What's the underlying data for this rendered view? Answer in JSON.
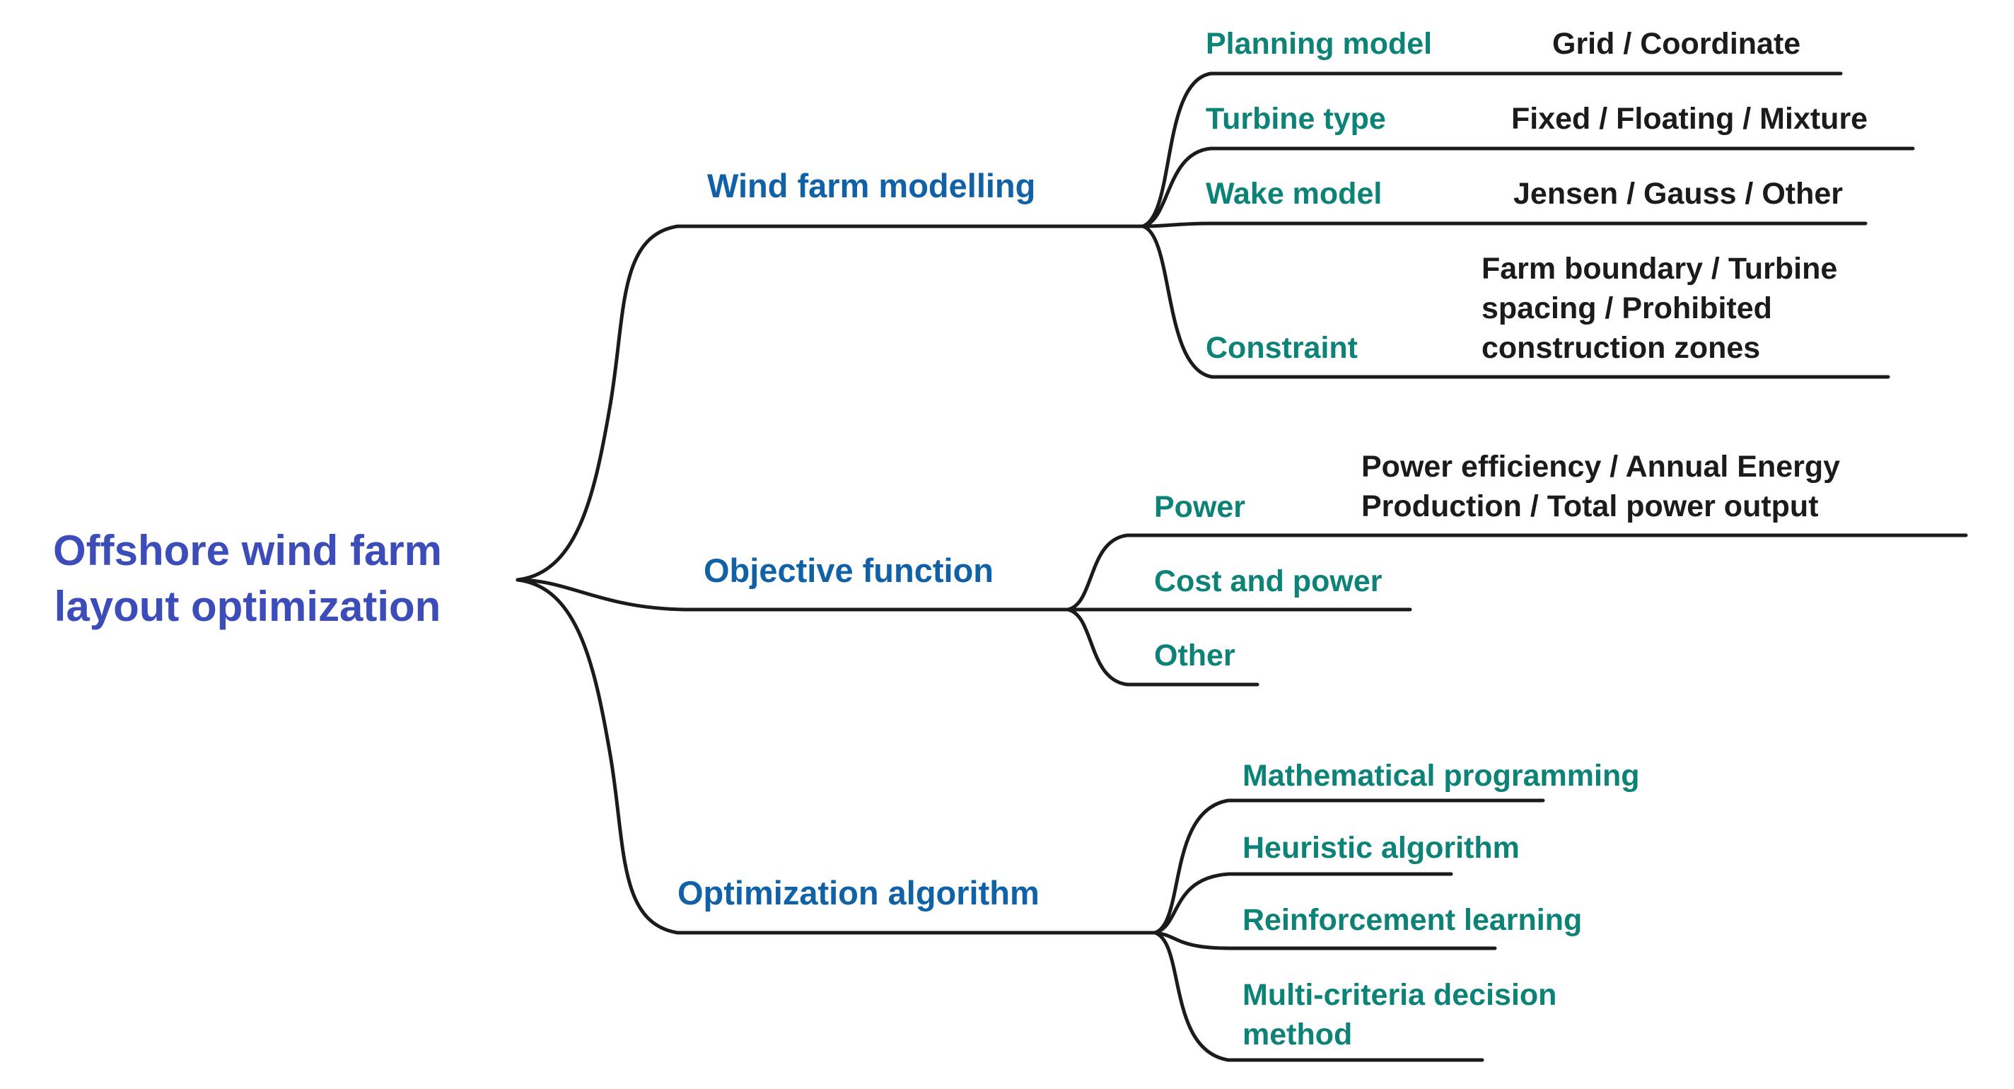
{
  "title": "Offshore wind farm layout optimization mind map",
  "colors": {
    "root": "#3c4cb8",
    "branch": "#1161a7",
    "leaf": "#0d8276",
    "value": "#1b1b1b",
    "line": "#1b1b1b"
  },
  "root": {
    "title_line1": "Offshore wind farm",
    "title_line2": "layout optimization"
  },
  "branches": [
    {
      "label": "Wind farm modelling",
      "children": [
        {
          "label": "Planning model",
          "value": "Grid / Coordinate"
        },
        {
          "label": "Turbine type",
          "value": "Fixed / Floating / Mixture"
        },
        {
          "label": "Wake model",
          "value": "Jensen / Gauss / Other"
        },
        {
          "label": "Constraint",
          "value_lines": [
            "Farm boundary / Turbine",
            "spacing / Prohibited",
            "construction zones"
          ]
        }
      ]
    },
    {
      "label": "Objective function",
      "children": [
        {
          "label": "Power",
          "value_lines": [
            "Power efficiency / Annual Energy",
            "Production / Total power output"
          ]
        },
        {
          "label": "Cost and power"
        },
        {
          "label": "Other"
        }
      ]
    },
    {
      "label": "Optimization algorithm",
      "children": [
        {
          "label": "Mathematical programming"
        },
        {
          "label": "Heuristic algorithm"
        },
        {
          "label": "Reinforcement learning"
        },
        {
          "label_lines": [
            "Multi-criteria decision",
            "method"
          ]
        }
      ]
    }
  ]
}
